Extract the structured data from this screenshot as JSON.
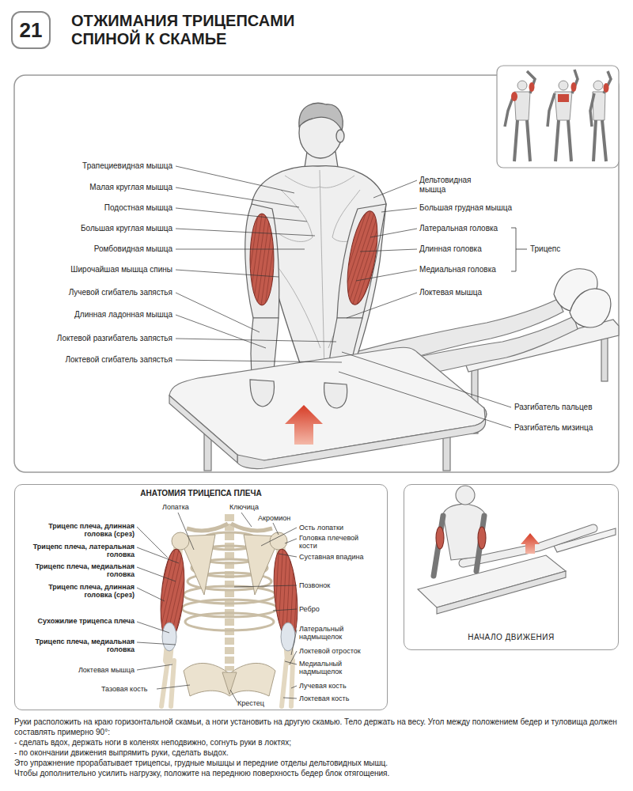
{
  "diagram": {
    "title": "ОТЖИМАНИЯ ТРИЦЕПСАМИ СПИНОЙ К СКАМЬЕ",
    "nodes": [
      {
        "text": [
          "21"
        ]
      },
      {
        "text": [
          "АНАТОМИЯ ТРИЦЕПСА ПЛЕЧА"
        ]
      },
      {
        "text": [
          "НАЧАЛО ДВИЖЕНИЯ"
        ]
      }
    ],
    "labels": [
      "Трапециевидная мышца",
      "Малая круглая мышца",
      "Подостная мышца",
      "Большая круглая мышца",
      "Ромбовидная мышца",
      "Широчайшая мышца спины",
      "Лучевой сгибатель запястья",
      "Длинная ладонная мышца",
      "Локтевой разгибатель запястья",
      "Локтевой сгибатель запястья",
      "Дельтовидная мышца",
      "Большая грудная мышца",
      "Латеральная головка",
      "Длинная головка",
      "Медиальная головка",
      "Трицепс",
      "Локтевая мышца",
      "Разгибатель пальцев",
      "Разгибатель мизинца",
      "Трицепс плеча, длинная головка (срез)",
      "Трицепс плеча, латеральная головка",
      "Трицепс плеча, медиальная головка",
      "Трицепс плеча, длинная головка (срез)",
      "Сухожилие трицепса плеча",
      "Трицепс плеча, медиальная головка",
      "Локтевая мышца",
      "Лопатка",
      "Ключица",
      "Акромион",
      "Ость лопатки",
      "Головка плечевой кости",
      "Суставная впадина",
      "Позвонок",
      "Ребро",
      "Латеральный надмыщелок",
      "Локтевой отросток",
      "Медиальный надмыщелок",
      "Лучевая кость",
      "Локтевая кость",
      "Тазовая кость",
      "Крестец",
      "Руки расположить на краю горизонтальной скамьи, а ноги установить на другую скамью. Тело держать на весу. Угол между положением бедер и туловища должен составлять примерно 90°:",
      "- сделать вдох, держать ноги в коленях неподвижно, согнуть руки в локтях;",
      "- по окончании движения выпрямить руки, сделать выдох.",
      "Это упражнение прорабатывает трицепсы, грудные мышцы и передние отделы дельтовидных мышц.",
      "Чтобы дополнительно усилить нагрузку, положите на переднюю поверхность бедер блок отягощения."
    ]
  }
}
